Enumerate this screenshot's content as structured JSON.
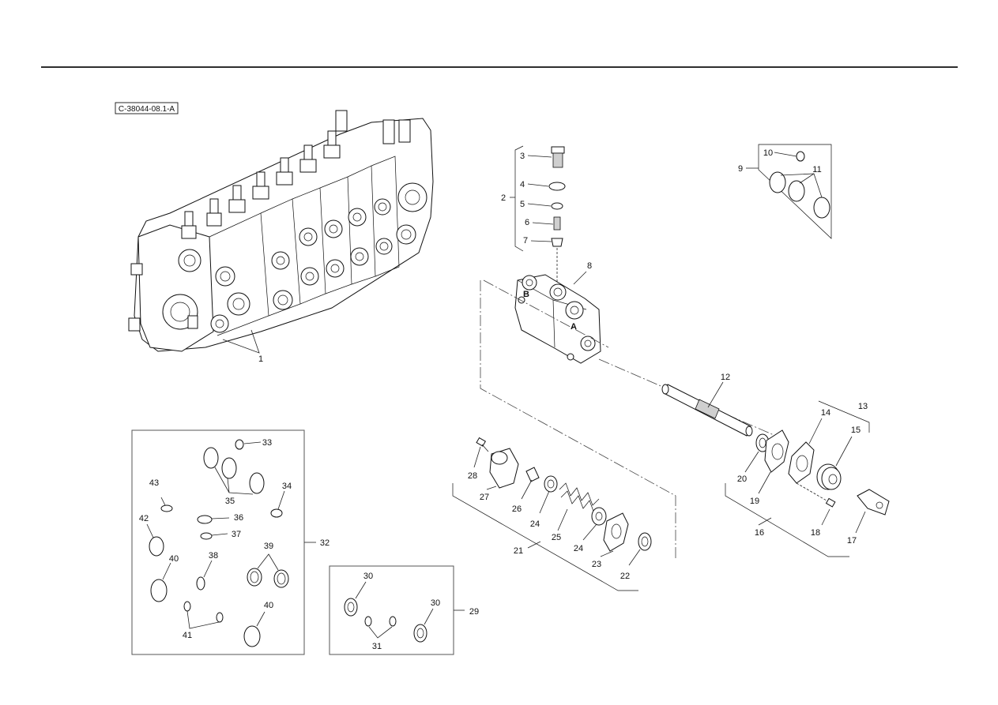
{
  "reference_code": "C-38044-08.1-A",
  "callouts": {
    "c1": "1",
    "c2": "2",
    "c3": "3",
    "c4": "4",
    "c5": "5",
    "c6": "6",
    "c7": "7",
    "c8": "8",
    "c9": "9",
    "c10": "10",
    "c11": "11",
    "c12": "12",
    "c13": "13",
    "c14": "14",
    "c15": "15",
    "c16": "16",
    "c17": "17",
    "c18": "18",
    "c19": "19",
    "c20": "20",
    "c21": "21",
    "c22": "22",
    "c23": "23",
    "c24a": "24",
    "c24b": "24",
    "c25": "25",
    "c26": "26",
    "c27": "27",
    "c28": "28",
    "c29": "29",
    "c30a": "30",
    "c30b": "30",
    "c31": "31",
    "c32": "32",
    "c33": "33",
    "c34": "34",
    "c35": "35",
    "c36": "36",
    "c37": "37",
    "c38": "38",
    "c39": "39",
    "c40a": "40",
    "c40b": "40",
    "c41": "41",
    "c42": "42",
    "c43": "43"
  }
}
